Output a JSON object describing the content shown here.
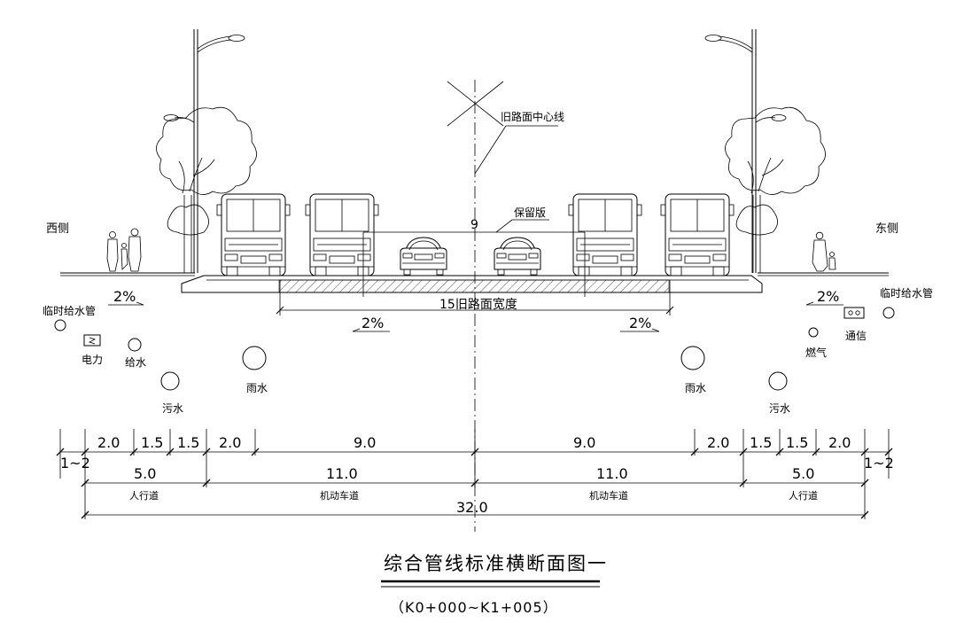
{
  "drawing": {
    "title": "综合管线标准横断面图一",
    "subtitle": "（K0+000~K1+005）",
    "side_west": "西侧",
    "side_east": "东侧",
    "old_centerline_label": "旧路面中心线",
    "retain_label": "保留版",
    "old_pavement_width_label": "15旧路面宽度",
    "center_mark": "9"
  },
  "slopes": [
    "2%",
    "2%",
    "2%",
    "2%"
  ],
  "pipes": {
    "temp_water_west": "临时给水管",
    "power": "电力",
    "water_supply": "给水",
    "sewage_west": "污水",
    "rain_west": "雨水",
    "rain_east": "雨水",
    "sewage_east": "污水",
    "gas": "燃气",
    "telecom": "通信",
    "temp_water_east": "临时给水管"
  },
  "dimensions": {
    "row1": [
      "2.0",
      "1.5",
      "1.5",
      "2.0",
      "9.0",
      "9.0",
      "2.0",
      "1.5",
      "1.5",
      "2.0"
    ],
    "row2": [
      "5.0",
      "11.0",
      "11.0",
      "5.0"
    ],
    "edge_left": "1~2",
    "edge_right": "1~2",
    "total": "32.0"
  },
  "lanes": {
    "sidewalk_west": "人行道",
    "carriageway_west": "机动车道",
    "carriageway_east": "机动车道",
    "sidewalk_east": "人行道"
  }
}
